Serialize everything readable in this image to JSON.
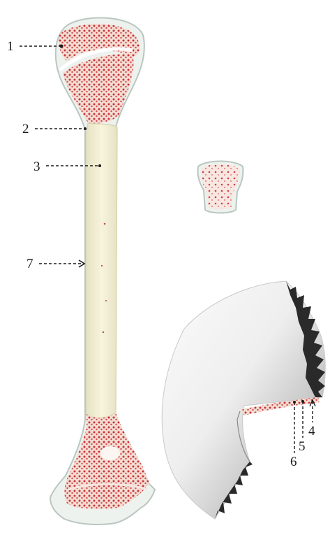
{
  "figure": {
    "subject": "bone-anatomy-illustration",
    "colors": {
      "background": "#ffffff",
      "periosteum_outline": "#b9c7c0",
      "shaft_fill": "#f4f1d8",
      "shaft_edge": "#dcd8b3",
      "marrow_red": "#c8343a",
      "spongy_bg": "#f2dcd4",
      "compact_grey": "#d9d9d9",
      "dark_edge": "#2a2a2a"
    },
    "labels": [
      {
        "id": "1",
        "text": "1"
      },
      {
        "id": "2",
        "text": "2"
      },
      {
        "id": "3",
        "text": "3"
      },
      {
        "id": "7",
        "text": "7"
      },
      {
        "id": "4",
        "text": "4"
      },
      {
        "id": "5",
        "text": "5"
      },
      {
        "id": "6",
        "text": "6"
      }
    ]
  }
}
